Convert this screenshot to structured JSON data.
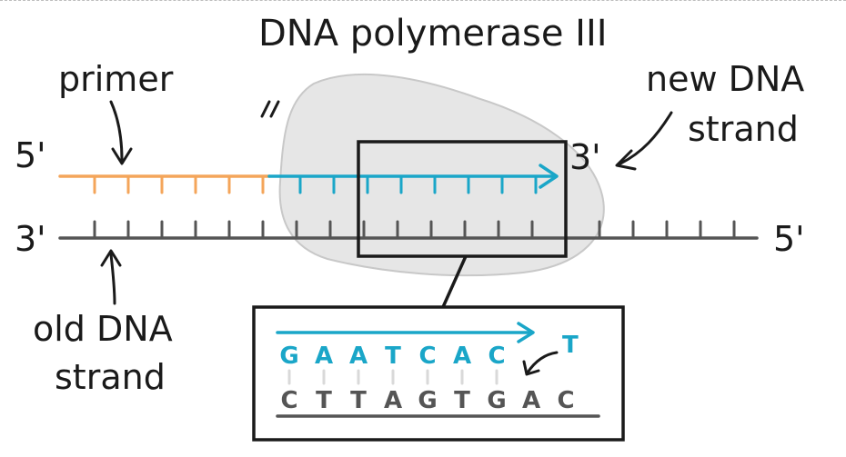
{
  "labels": {
    "title": "DNA polymerase III",
    "primer": "primer",
    "new_strand_line1": "new DNA",
    "new_strand_line2": "strand",
    "old_strand_line1": "old DNA",
    "old_strand_line2": "strand",
    "five_prime_left": "5'",
    "three_prime_left": "3'",
    "three_prime_right": "3'",
    "five_prime_right": "5'"
  },
  "zoom": {
    "new_strand_bases": [
      "G",
      "A",
      "A",
      "T",
      "C",
      "A",
      "C"
    ],
    "incoming_base": "T",
    "template_bases": [
      "C",
      "T",
      "T",
      "A",
      "G",
      "T",
      "G",
      "A",
      "C"
    ]
  },
  "colors": {
    "primer": "#f4a55a",
    "new_strand": "#1aa6c8",
    "template": "#555555",
    "enzyme_fill": "#e6e6e6",
    "enzyme_stroke": "#c8c8c8",
    "box": "#1a1a1a",
    "pair_line": "#d9d9d9"
  }
}
